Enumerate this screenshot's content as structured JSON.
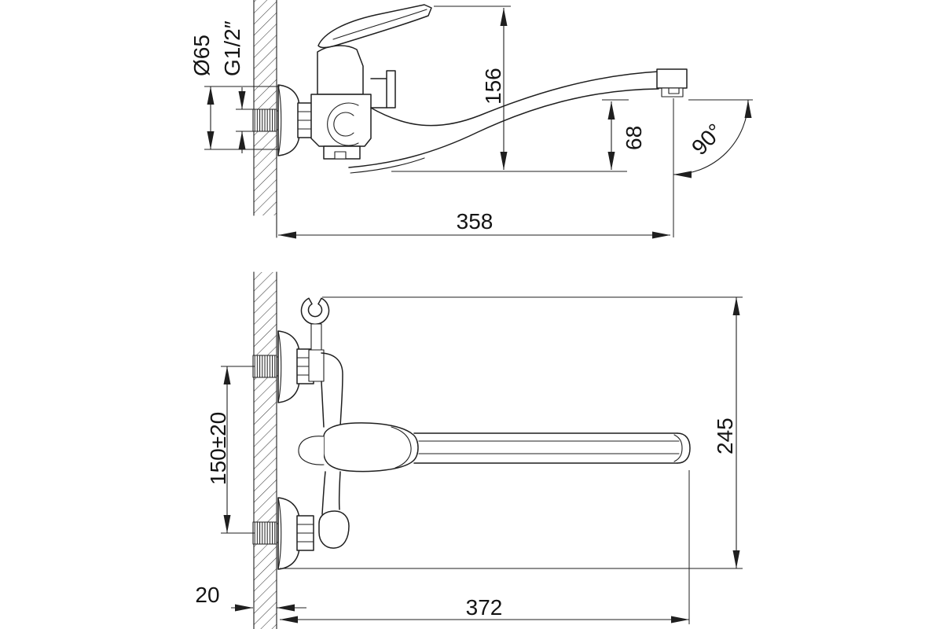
{
  "colors": {
    "background": "#ffffff",
    "line": "#1f1f1f"
  },
  "side_view": {
    "labels": {
      "escutcheon_diameter": "Ø65",
      "thread_size": "G1/2″",
      "overall_height": "156",
      "spout_height": "68",
      "swivel_angle": "90°",
      "spout_reach": "358"
    }
  },
  "front_view": {
    "labels": {
      "supply_centers": "150±20",
      "overall_height": "245",
      "wall_thickness": "20",
      "spout_reach": "372"
    }
  }
}
